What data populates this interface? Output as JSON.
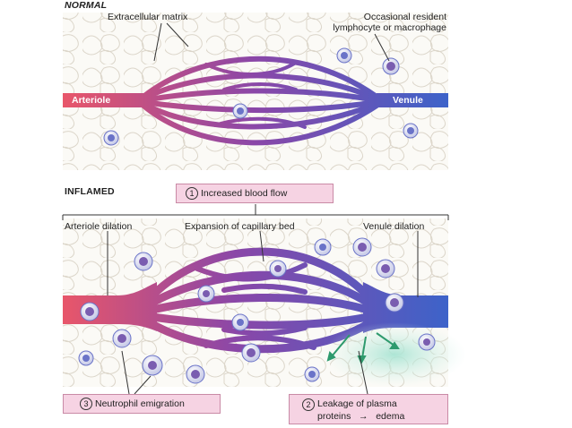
{
  "normal": {
    "heading": "NORMAL",
    "label_matrix": "Extracellular matrix",
    "label_resident_line1": "Occasional resident",
    "label_resident_line2": "lymphocyte or macrophage",
    "label_arteriole": "Arteriole",
    "label_venule": "Venule"
  },
  "inflamed": {
    "heading": "INFLAMED",
    "step1": {
      "number": "1",
      "text": "Increased blood flow"
    },
    "label_arteriole_dilation": "Arteriole dilation",
    "label_capillary_expansion": "Expansion of capillary bed",
    "label_venule_dilation": "Venule dilation",
    "step2": {
      "number": "2",
      "line1": "Leakage of plasma",
      "line2_a": "proteins",
      "line2_b": "edema"
    },
    "step3": {
      "number": "3",
      "text": "Neutrophil emigration"
    }
  },
  "colors": {
    "arterial": "#e8566a",
    "venous": "#3d63c9",
    "capillary_mid": "#8a47a8",
    "callout_fill": "#f6d3e3",
    "matrix_line": "#d9d3c6",
    "edema": "#bfe9dc",
    "cell": "#6a73c8"
  }
}
